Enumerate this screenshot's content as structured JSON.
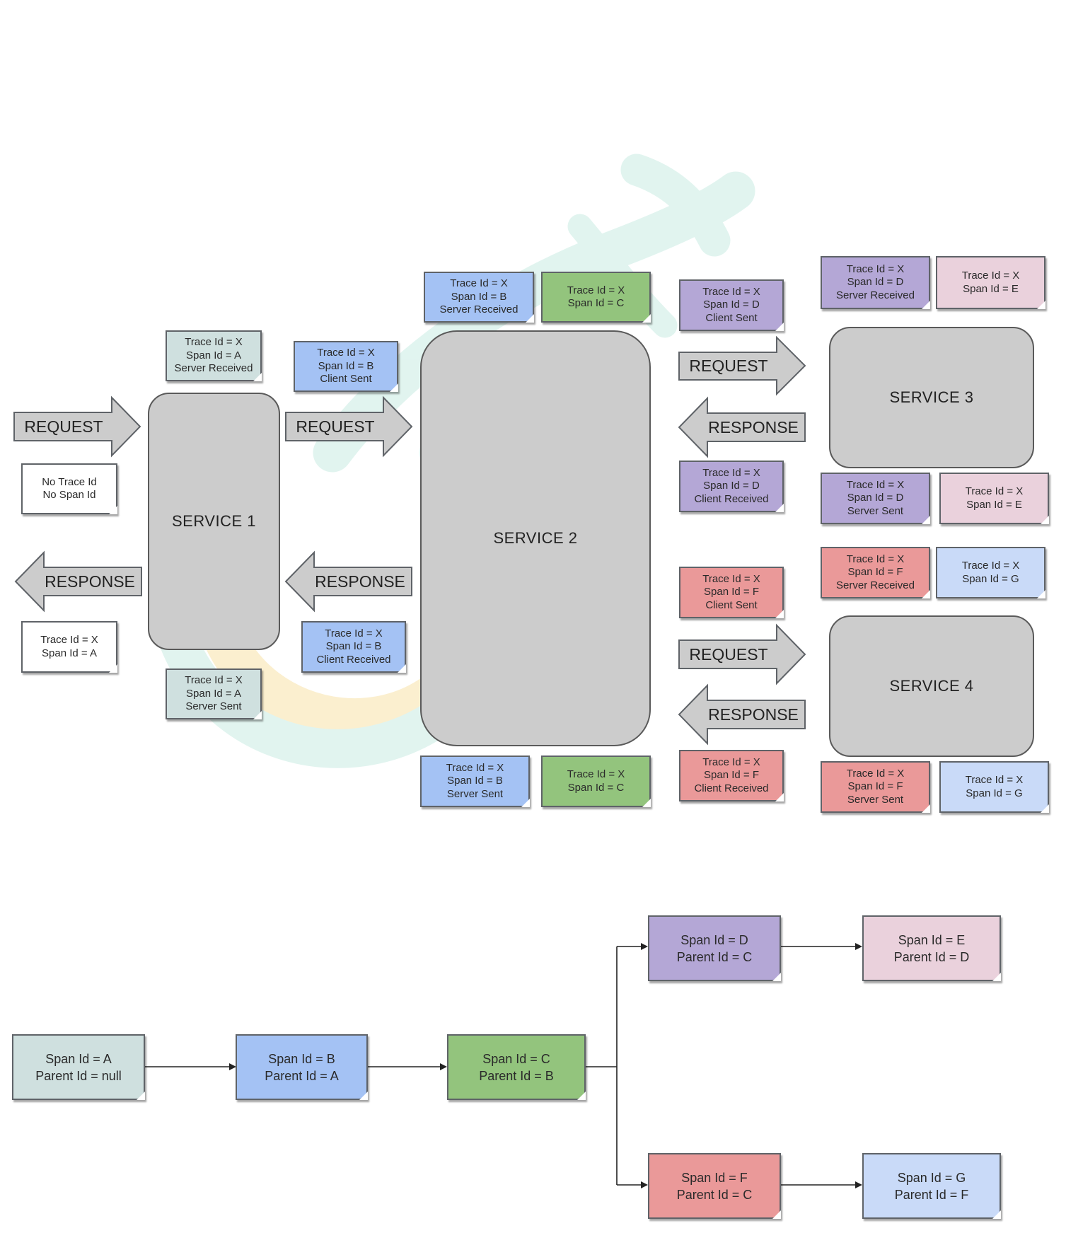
{
  "services": {
    "s1": "SERVICE 1",
    "s2": "SERVICE 2",
    "s3": "SERVICE 3",
    "s4": "SERVICE 4"
  },
  "arrows": {
    "request": "REQUEST",
    "response": "RESPONSE"
  },
  "notes": {
    "client_in": [
      "No Trace Id",
      "No Span Id"
    ],
    "client_out": [
      "Trace Id = X",
      "Span Id = A"
    ],
    "s1_sr": [
      "Trace Id = X",
      "Span Id = A",
      "Server Received"
    ],
    "s1_ss": [
      "Trace Id = X",
      "Span Id = A",
      "Server Sent"
    ],
    "s1_cs": [
      "Trace Id = X",
      "Span Id = B",
      "Client Sent"
    ],
    "s1_cr": [
      "Trace Id = X",
      "Span Id = B",
      "Client Received"
    ],
    "s2_sr": [
      "Trace Id = X",
      "Span Id = B",
      "Server Received"
    ],
    "s2_c_top": [
      "Trace Id = X",
      "Span Id = C"
    ],
    "s2_ss": [
      "Trace Id = X",
      "Span Id = B",
      "Server Sent"
    ],
    "s2_c_bottom": [
      "Trace Id = X",
      "Span Id = C"
    ],
    "s2_cs_d": [
      "Trace Id = X",
      "Span Id = D",
      "Client Sent"
    ],
    "s2_cr_d": [
      "Trace Id = X",
      "Span Id = D",
      "Client Received"
    ],
    "s2_cs_f": [
      "Trace Id = X",
      "Span Id = F",
      "Client Sent"
    ],
    "s2_cr_f": [
      "Trace Id = X",
      "Span Id = F",
      "Client Received"
    ],
    "s3_sr": [
      "Trace Id = X",
      "Span Id = D",
      "Server Received"
    ],
    "s3_e_top": [
      "Trace Id = X",
      "Span Id = E"
    ],
    "s3_ss": [
      "Trace Id = X",
      "Span Id = D",
      "Server Sent"
    ],
    "s3_e_bottom": [
      "Trace Id = X",
      "Span Id = E"
    ],
    "s4_sr": [
      "Trace Id = X",
      "Span Id = F",
      "Server Received"
    ],
    "s4_g_top": [
      "Trace Id = X",
      "Span Id = G"
    ],
    "s4_ss": [
      "Trace Id = X",
      "Span Id = F",
      "Server Sent"
    ],
    "s4_g_bottom": [
      "Trace Id = X",
      "Span Id = G"
    ]
  },
  "tree": {
    "a": [
      "Span Id = A",
      "Parent Id = null"
    ],
    "b": [
      "Span Id = B",
      "Parent Id = A"
    ],
    "c": [
      "Span Id = C",
      "Parent Id = B"
    ],
    "d": [
      "Span Id = D",
      "Parent Id = C"
    ],
    "e": [
      "Span Id = E",
      "Parent Id = D"
    ],
    "f": [
      "Span Id = F",
      "Parent Id = C"
    ],
    "g": [
      "Span Id = G",
      "Parent Id = F"
    ]
  }
}
